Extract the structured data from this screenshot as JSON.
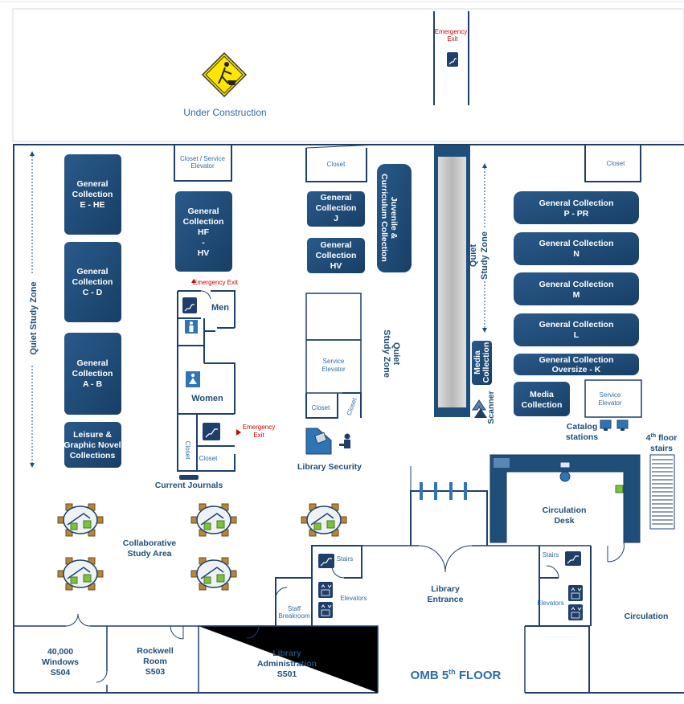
{
  "top_area": {
    "construction_label": "Under Construction",
    "emergency_exit_top": [
      "Emergency",
      "Exit"
    ]
  },
  "collections": {
    "e_he": [
      "General",
      "Collection",
      "E - HE"
    ],
    "c_d": [
      "General",
      "Collection",
      "C - D"
    ],
    "a_b": [
      "General",
      "Collection",
      "A - B"
    ],
    "leisure": [
      "Leisure &",
      "Graphic Novel",
      "Collections"
    ],
    "hf_hv": [
      "General",
      "Collection",
      "HF",
      "-",
      "HV"
    ],
    "j": [
      "General",
      "Collection",
      "J"
    ],
    "hv": [
      "General",
      "Collection",
      "HV"
    ],
    "juvenile": [
      "Juvenile &",
      "Curriculum Collection"
    ],
    "p_pr": [
      "General Collection",
      "P - PR"
    ],
    "n": [
      "General Collection",
      "N"
    ],
    "m": [
      "General Collection",
      "M"
    ],
    "l": [
      "General Collection",
      "L"
    ],
    "oversize_k": [
      "General Collection",
      "Oversize - K"
    ],
    "media_right": [
      "Media",
      "Collection"
    ],
    "media_vertical": [
      "Media",
      "Collection"
    ]
  },
  "rooms": {
    "closet_service_elevator": [
      "Closet / Service",
      "Elevator"
    ],
    "closet_center_top": "Closet",
    "closet_right_top": "Closet",
    "men": "Men",
    "women": "Women",
    "service_elevator_center": [
      "Service",
      "Elevator"
    ],
    "closet_center_small": "Closet",
    "closet_center_rotated": "Closet",
    "closet_left_bottom": "Closet",
    "closet_left_rotated": "Closet",
    "service_elevator_right": [
      "Service",
      "Elevator"
    ],
    "staff_breakroom": [
      "Staff",
      "Breakroom"
    ],
    "windows_room": [
      "40,000",
      "Windows",
      "S504"
    ],
    "rockwell_room": [
      "Rockwell",
      "Room",
      "S503"
    ],
    "administration": [
      "Library",
      "Administration",
      "S501"
    ],
    "floor_label": "OMB 5",
    "floor_label_sup": "th",
    "floor_label_end": " FLOOR"
  },
  "zones": {
    "quiet_left": "Quiet Study Zone",
    "quiet_center": [
      "Quiet",
      "Study Zone"
    ],
    "quiet_right": [
      "Quiet",
      "Study Zone"
    ],
    "collaborative": [
      "Collaborative",
      "Study Area"
    ],
    "current_journals": "Current Journals",
    "library_security": "Library Security",
    "scanner": "Scanner",
    "catalog_stations": [
      "Catalog",
      "stations"
    ],
    "fourth_floor_stairs": [
      "4",
      "th",
      " floor",
      "stairs"
    ],
    "circulation_desk": [
      "Circulation",
      "Desk"
    ],
    "circulation": "Circulation",
    "library_entrance": [
      "Library",
      "Entrance"
    ],
    "stairs_center": "Stairs",
    "stairs_right": "Stairs",
    "elevators_center": "Elevators",
    "elevators_right": "Elevators",
    "emergency_exit_upper": "Emergency Exit",
    "emergency_exit_lower": [
      "Emergency",
      "Exit"
    ]
  },
  "colors": {
    "shelf_fill": "#1f4e79",
    "label_blue": "#2e6da4",
    "wall": "#1f3f6b",
    "exit_red": "#d00000",
    "warning_yellow": "#ffe600"
  }
}
